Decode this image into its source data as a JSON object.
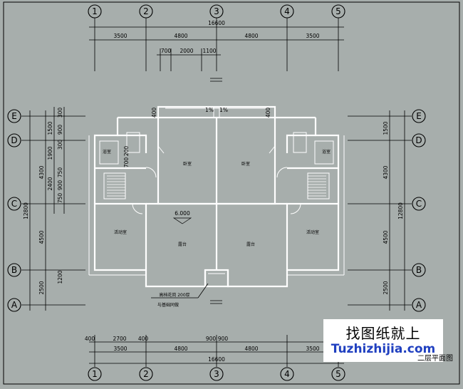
{
  "axes_x": [
    "1",
    "2",
    "3",
    "4",
    "5"
  ],
  "axes_y": [
    "E",
    "D",
    "C",
    "B",
    "A"
  ],
  "dims": {
    "top_total": "16600",
    "top_bays": [
      "3500",
      "4800",
      "4800",
      "3500"
    ],
    "top_sub": [
      "700",
      "2000",
      "1100"
    ],
    "bottom_sub": [
      "400",
      "2700",
      "400",
      "900",
      "900"
    ],
    "bottom_bays": [
      "3500",
      "4800",
      "4800",
      "3500"
    ],
    "bottom_total": "16600",
    "left_inner": [
      "300",
      "900",
      "300",
      "750",
      "900",
      "750"
    ],
    "left_mid": [
      "1500",
      "1900",
      "2400",
      "1200"
    ],
    "left_outer": [
      "4300",
      "4500",
      "2500"
    ],
    "left_total": "12800",
    "right_inner": [
      "1500",
      "4300",
      "4500",
      "2500"
    ],
    "right_total": "12800"
  },
  "rooms": {
    "bedroom_left": "卧室",
    "bedroom_right": "卧室",
    "activity_left": "活动室",
    "activity_right": "活动室",
    "terrace_left": "露台",
    "terrace_right": "露台",
    "bath_left": "浴室",
    "bath_right": "浴室"
  },
  "annotations": {
    "elevation": "6.000",
    "slope_left": "1%",
    "slope_right": "1%",
    "dim_400_left": "400",
    "dim_400_right": "400",
    "dim_700": "700",
    "dim_200": "200",
    "note_line1": "高档花岗 200厚",
    "note_line2": "与基础同做"
  },
  "watermark": {
    "cn": "找图纸就上",
    "en": "Tuzhizhijia.com"
  },
  "plan_title": "二层平面图"
}
